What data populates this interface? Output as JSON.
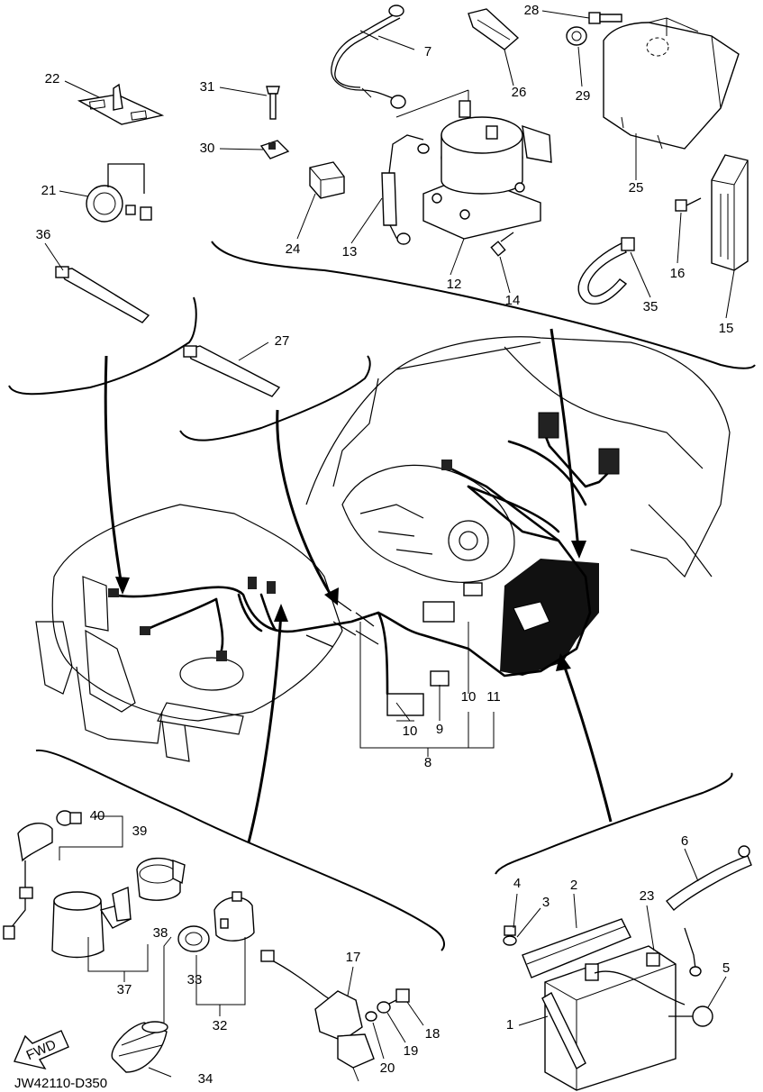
{
  "diagram": {
    "code": "JW42110-D350",
    "fwd_label": "FWD",
    "labels": [
      {
        "id": "1",
        "text": "1"
      },
      {
        "id": "2",
        "text": "2"
      },
      {
        "id": "3",
        "text": "3"
      },
      {
        "id": "4",
        "text": "4"
      },
      {
        "id": "5",
        "text": "5"
      },
      {
        "id": "6",
        "text": "6"
      },
      {
        "id": "7",
        "text": "7"
      },
      {
        "id": "8",
        "text": "8"
      },
      {
        "id": "9",
        "text": "9"
      },
      {
        "id": "10a",
        "text": "10"
      },
      {
        "id": "10b",
        "text": "10"
      },
      {
        "id": "11",
        "text": "11"
      },
      {
        "id": "12",
        "text": "12"
      },
      {
        "id": "13",
        "text": "13"
      },
      {
        "id": "14",
        "text": "14"
      },
      {
        "id": "15",
        "text": "15"
      },
      {
        "id": "16",
        "text": "16"
      },
      {
        "id": "17",
        "text": "17"
      },
      {
        "id": "18",
        "text": "18"
      },
      {
        "id": "19",
        "text": "19"
      },
      {
        "id": "20",
        "text": "20"
      },
      {
        "id": "21",
        "text": "21"
      },
      {
        "id": "22",
        "text": "22"
      },
      {
        "id": "23",
        "text": "23"
      },
      {
        "id": "24",
        "text": "24"
      },
      {
        "id": "25",
        "text": "25"
      },
      {
        "id": "26",
        "text": "26"
      },
      {
        "id": "27",
        "text": "27"
      },
      {
        "id": "28",
        "text": "28"
      },
      {
        "id": "29",
        "text": "29"
      },
      {
        "id": "30",
        "text": "30"
      },
      {
        "id": "31",
        "text": "31"
      },
      {
        "id": "32",
        "text": "32"
      },
      {
        "id": "33",
        "text": "33"
      },
      {
        "id": "34",
        "text": "34"
      },
      {
        "id": "35",
        "text": "35"
      },
      {
        "id": "36",
        "text": "36"
      },
      {
        "id": "37",
        "text": "37"
      },
      {
        "id": "38",
        "text": "38"
      },
      {
        "id": "39",
        "text": "39"
      },
      {
        "id": "40",
        "text": "40"
      }
    ]
  }
}
